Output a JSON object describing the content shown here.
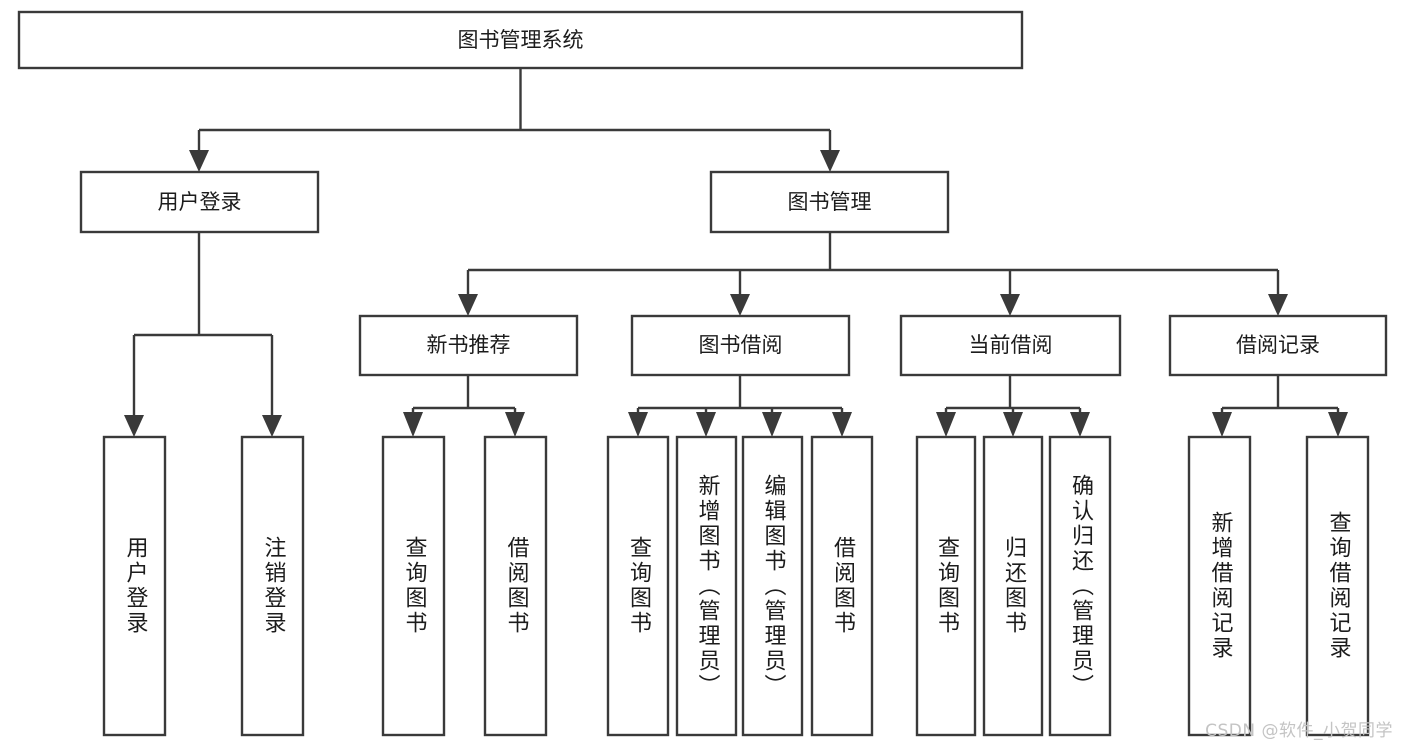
{
  "diagram": {
    "title": "图书管理系统",
    "type": "tree",
    "watermark": "CSDN @软件_小贺同学",
    "colors": {
      "stroke": "#3a3a3a",
      "box_fill": "#ffffff",
      "text": "#1c1c1c",
      "background": "#ffffff",
      "watermark": "#c4c4c4"
    },
    "root": {
      "label": "图书管理系统"
    },
    "level2": [
      {
        "label": "用户登录"
      },
      {
        "label": "图书管理"
      }
    ],
    "level3": [
      {
        "label": "新书推荐"
      },
      {
        "label": "图书借阅"
      },
      {
        "label": "当前借阅"
      },
      {
        "label": "借阅记录"
      }
    ],
    "leaves": {
      "user_login": [
        {
          "label": "用户登录"
        },
        {
          "label": "注销登录"
        }
      ],
      "new_book_recommend": [
        {
          "label": "查询图书"
        },
        {
          "label": "借阅图书"
        }
      ],
      "book_borrow": [
        {
          "label": "查询图书"
        },
        {
          "label": "新增图书（管理员）"
        },
        {
          "label": "编辑图书（管理员）"
        },
        {
          "label": "借阅图书"
        }
      ],
      "current_borrow": [
        {
          "label": "查询图书"
        },
        {
          "label": "归还图书"
        },
        {
          "label": "确认归还（管理员）"
        }
      ],
      "borrow_record": [
        {
          "label": "新增借阅记录"
        },
        {
          "label": "查询借阅记录"
        }
      ]
    }
  }
}
